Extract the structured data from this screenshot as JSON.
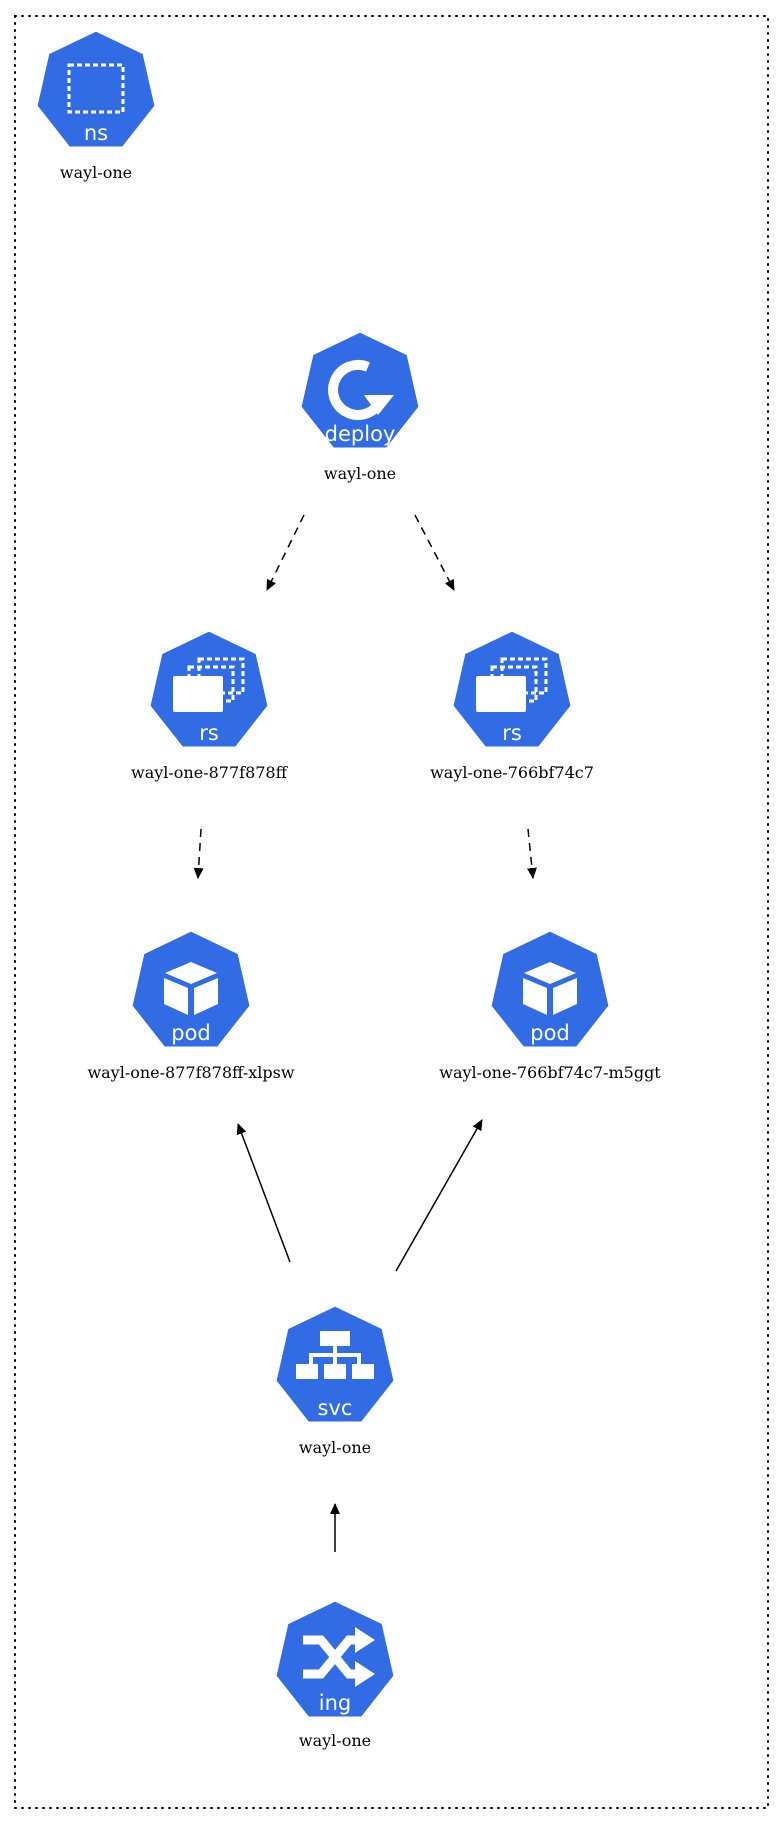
{
  "colors": {
    "node_fill": "#326ce5",
    "node_glyph": "#ffffff",
    "edge": "#000000",
    "boundary": "#000000"
  },
  "boundary": {
    "style": "dotted"
  },
  "nodes": {
    "namespace": {
      "kind": "ns",
      "label": "wayl-one",
      "icon": "namespace-icon"
    },
    "deployment": {
      "kind": "deploy",
      "label": "wayl-one",
      "icon": "deployment-icon"
    },
    "replicaset_1": {
      "kind": "rs",
      "label": "wayl-one-877f878ff",
      "icon": "replicaset-icon"
    },
    "replicaset_2": {
      "kind": "rs",
      "label": "wayl-one-766bf74c7",
      "icon": "replicaset-icon"
    },
    "pod_1": {
      "kind": "pod",
      "label": "wayl-one-877f878ff-xlpsw",
      "icon": "pod-icon"
    },
    "pod_2": {
      "kind": "pod",
      "label": "wayl-one-766bf74c7-m5ggt",
      "icon": "pod-icon"
    },
    "service": {
      "kind": "svc",
      "label": "wayl-one",
      "icon": "service-icon"
    },
    "ingress": {
      "kind": "ing",
      "label": "wayl-one",
      "icon": "ingress-icon"
    }
  },
  "edges": [
    {
      "from": "deployment",
      "to": "replicaset_1",
      "style": "dashed"
    },
    {
      "from": "deployment",
      "to": "replicaset_2",
      "style": "dashed"
    },
    {
      "from": "replicaset_1",
      "to": "pod_1",
      "style": "dashed"
    },
    {
      "from": "replicaset_2",
      "to": "pod_2",
      "style": "dashed"
    },
    {
      "from": "service",
      "to": "pod_1",
      "style": "solid"
    },
    {
      "from": "service",
      "to": "pod_2",
      "style": "solid"
    },
    {
      "from": "ingress",
      "to": "service",
      "style": "solid"
    }
  ]
}
